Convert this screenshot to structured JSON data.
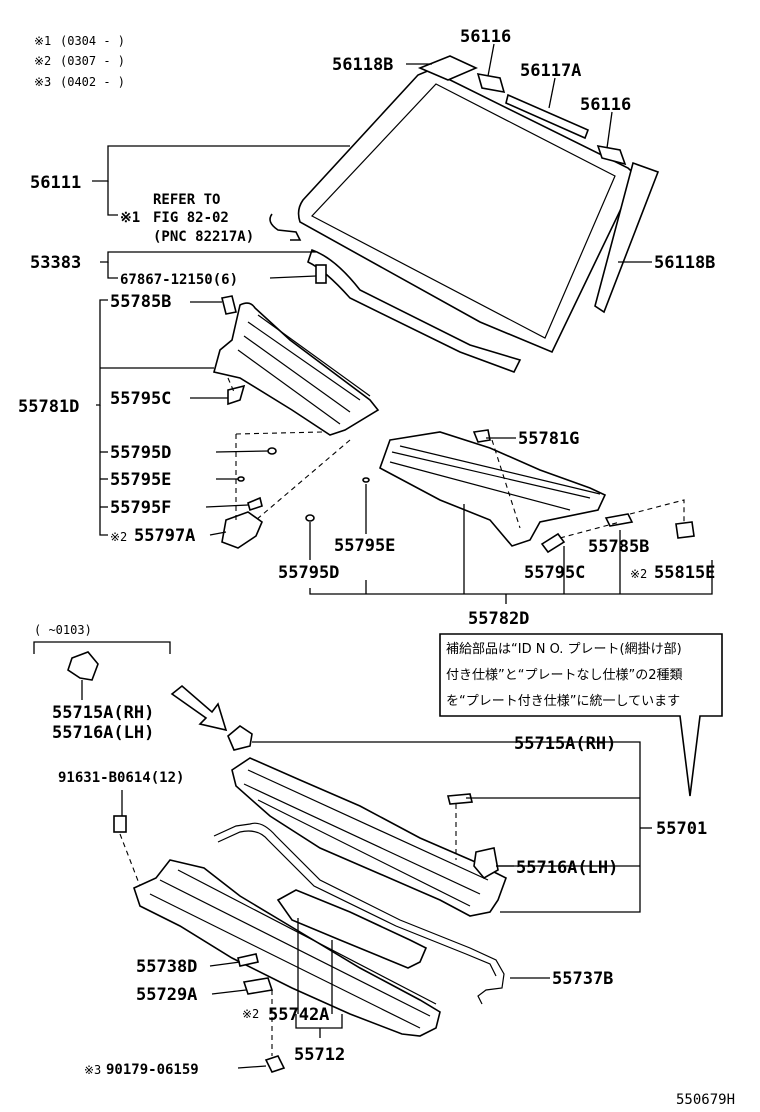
{
  "legend": [
    {
      "mark": "※1",
      "range": "(0304 -     )"
    },
    {
      "mark": "※2",
      "range": "(0307 -     )"
    },
    {
      "mark": "※3",
      "range": "(0402 -     )"
    }
  ],
  "labels": {
    "p56116_top": "56116",
    "p56118B_top": "56118B",
    "p56117A": "56117A",
    "p56116_mid": "56116",
    "p56111": "56111",
    "refer1": "REFER TO",
    "refer2": "FIG 82-02",
    "refer3": "(PNC 82217A)",
    "refer_mark": "※1",
    "p56118B_right": "56118B",
    "p53383": "53383",
    "p67867": "67867-12150(6)",
    "p55785B_left": "55785B",
    "p55781D": "55781D",
    "p55795C_left": "55795C",
    "p55795D_left": "55795D",
    "p55795E_left": "55795E",
    "p55795F": "55795F",
    "p55797A_mark": "※2",
    "p55797A": "55797A",
    "p55781G": "55781G",
    "p55795E_right": "55795E",
    "p55785B_right": "55785B",
    "p55795D_right": "55795D",
    "p55795C_right": "55795C",
    "p55815E_mark": "※2",
    "p55815E": "55815E",
    "p55782D": "55782D",
    "range_0103": "(     ~0103)",
    "p55715A_left": "55715A(RH)",
    "p55716A_left": "55716A(LH)",
    "p55715A_right": "55715A(RH)",
    "p91631": "91631-B0614(12)",
    "p55701": "55701",
    "p55716A_right": "55716A(LH)",
    "p55738D": "55738D",
    "p55729A": "55729A",
    "p55742A_mark": "※2",
    "p55742A": "55742A",
    "p55737B": "55737B",
    "p55712": "55712",
    "p90179_mark": "※3",
    "p90179": "90179-06159",
    "figure_id": "550679H"
  },
  "note_box": {
    "line1": "補給部品は“ID N O. プレート(網掛け部)",
    "line2": "付き仕様”と“プレートなし仕様”の2種類",
    "line3": "を“プレート付き仕様”に統一しています"
  }
}
